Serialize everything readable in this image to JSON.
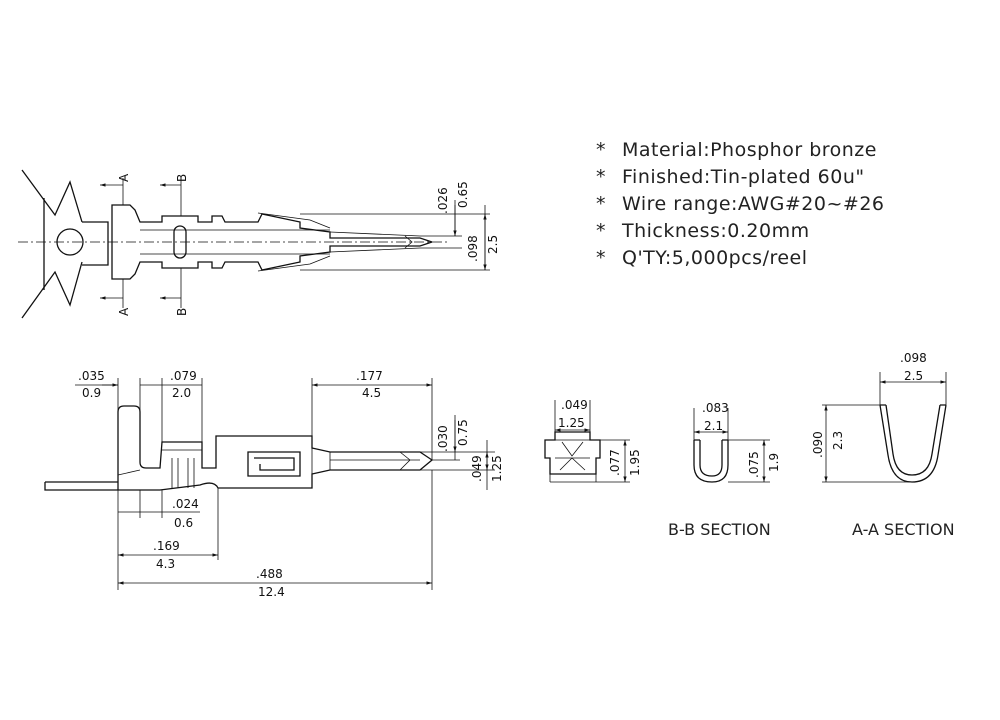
{
  "specs": [
    {
      "bullet": "*",
      "text": "Material:Phosphor bronze"
    },
    {
      "bullet": "*",
      "text": "Finished:Tin-plated 60u\""
    },
    {
      "bullet": "*",
      "text": "Wire range:AWG#20~#26"
    },
    {
      "bullet": "*",
      "text": "Thickness:0.20mm"
    },
    {
      "bullet": "*",
      "text": "Q'TY:5,000pcs/reel"
    }
  ],
  "top_view": {
    "section_a": "A",
    "section_b": "B",
    "dim_tip_inch": ".026",
    "dim_tip_mm": "0.65",
    "dim_width_inch": ".098",
    "dim_width_mm": "2.5"
  },
  "side_view": {
    "dim_035": ".035",
    "dim_09": "0.9",
    "dim_079": ".079",
    "dim_20": "2.0",
    "dim_177": ".177",
    "dim_45": "4.5",
    "dim_030": ".030",
    "dim_075": "0.75",
    "dim_049": ".049",
    "dim_125": "1.25",
    "dim_024": ".024",
    "dim_06": "0.6",
    "dim_169": ".169",
    "dim_43": "4.3",
    "dim_488": ".488",
    "dim_124": "12.4"
  },
  "front_view": {
    "dim_w_inch": ".049",
    "dim_w_mm": "1.25",
    "dim_h_inch": ".077",
    "dim_h_mm": "1.95"
  },
  "section_bb": {
    "title": "B-B SECTION",
    "dim_w_inch": ".083",
    "dim_w_mm": "2.1",
    "dim_h_inch": ".075",
    "dim_h_mm": "1.9"
  },
  "section_aa": {
    "title": "A-A SECTION",
    "dim_w_inch": ".098",
    "dim_w_mm": "2.5",
    "dim_h_inch": ".090",
    "dim_h_mm": "2.3"
  }
}
